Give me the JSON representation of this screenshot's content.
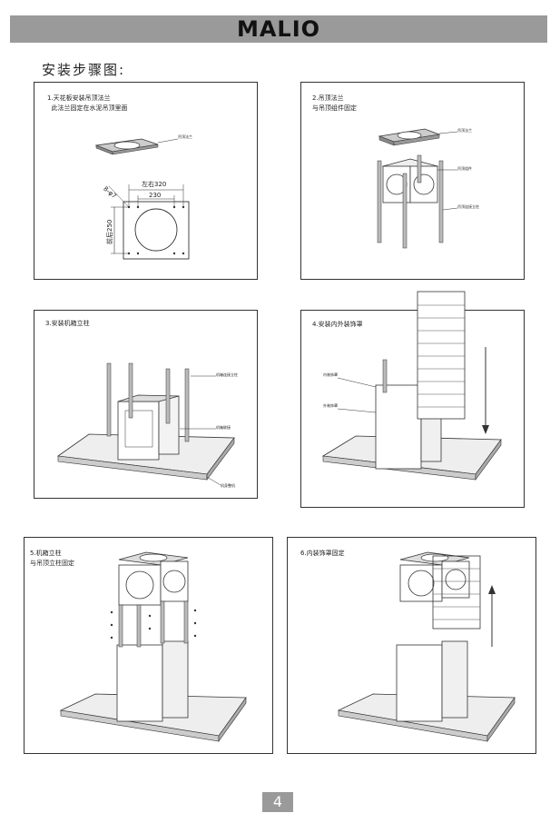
{
  "header": {
    "logo": "MALIO"
  },
  "section_title": "安装步骤图:",
  "steps": [
    {
      "id": 1,
      "lines": [
        "1.天花板安装吊顶法兰",
        "  此法兰固定在水泥吊顶里面"
      ],
      "dims": {
        "width_outer": "左右320",
        "width_inner": "230",
        "depth": "前后250",
        "corner": "8-φ7"
      },
      "labels": [
        "吊顶法兰"
      ]
    },
    {
      "id": 2,
      "lines": [
        "2.吊顶法兰",
        "与吊顶组件固定"
      ],
      "labels": [
        "吊顶法兰",
        "吊顶组件",
        "吊顶连接立柱"
      ]
    },
    {
      "id": 3,
      "lines": [
        "3.安装机箱立柱"
      ],
      "labels": [
        "机箱连接立柱",
        "机箱联接",
        "机身整机"
      ]
    },
    {
      "id": 4,
      "lines": [
        "4.安装内外装饰罩"
      ],
      "labels": [
        "内装饰罩",
        "外装饰罩"
      ]
    },
    {
      "id": 5,
      "lines": [
        "5.机箱立柱",
        "与吊顶立柱固定"
      ],
      "labels": []
    },
    {
      "id": 6,
      "lines": [
        "6.内装饰罩固定"
      ],
      "labels": []
    }
  ],
  "page_number": "4"
}
